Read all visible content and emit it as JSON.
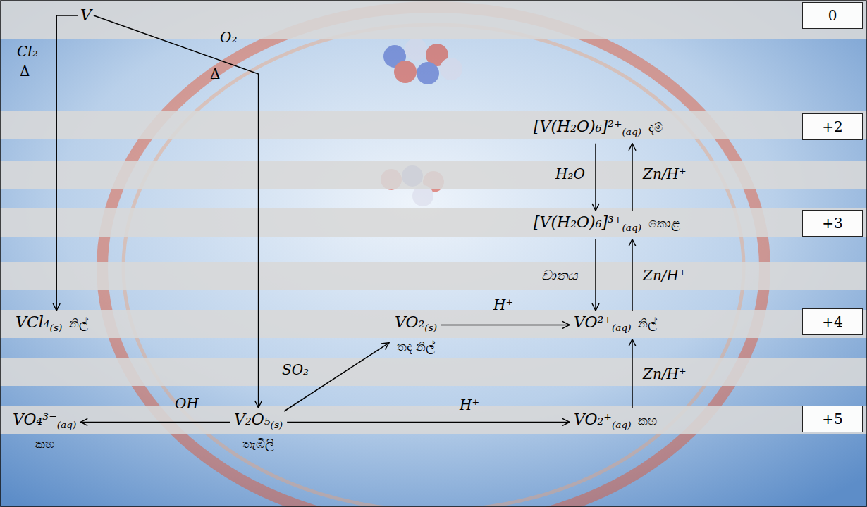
{
  "diagram": {
    "nodes": [
      {
        "text": [
          "V"
        ]
      },
      {
        "text": [
          "[V(H₂O)₆]²⁺(aq)",
          "දම්"
        ]
      },
      {
        "text": [
          "[V(H₂O)₆]³⁺(aq)",
          "කොළ"
        ]
      },
      {
        "text": [
          "VCl₄(s)",
          "නිල්"
        ]
      },
      {
        "text": [
          "VO₂(s)",
          "තද නිල්"
        ]
      },
      {
        "text": [
          "VO²⁺(aq)",
          "නිල්"
        ]
      },
      {
        "text": [
          "VO₄³⁻(aq)",
          "කහ"
        ]
      },
      {
        "text": [
          "V₂O₅(s)",
          "තැඹිලි"
        ]
      },
      {
        "text": [
          "VO₂⁺(aq)",
          "කහ"
        ]
      },
      {
        "text": [
          "0"
        ]
      },
      {
        "text": [
          "+2"
        ]
      },
      {
        "text": [
          "+3"
        ]
      },
      {
        "text": [
          "+4"
        ]
      },
      {
        "text": [
          "+5"
        ]
      }
    ],
    "edges": [
      {
        "from": 0,
        "to": 7,
        "label": "O₂",
        "arrow": "to"
      },
      {
        "from": 0,
        "to": 3,
        "label": "Cl₂",
        "arrow": "to"
      },
      {
        "from": 7,
        "to": 6,
        "label": "OH⁻",
        "arrow": "to"
      },
      {
        "from": 7,
        "to": 4,
        "label": "SO₂",
        "arrow": "to"
      },
      {
        "from": 7,
        "to": 8,
        "label": "H⁺",
        "arrow": "to"
      },
      {
        "from": 4,
        "to": 5,
        "label": "H⁺",
        "arrow": "to"
      },
      {
        "from": 8,
        "to": 5,
        "label": "Zn/H⁺",
        "arrow": "to"
      },
      {
        "from": 5,
        "to": 2,
        "label": "Zn/H⁺",
        "arrow": "to"
      },
      {
        "from": 2,
        "to": 5,
        "label": "වාතය",
        "arrow": "to"
      },
      {
        "from": 2,
        "to": 1,
        "label": "Zn/H⁺",
        "arrow": "to"
      },
      {
        "from": 1,
        "to": 2,
        "label": "H₂O",
        "arrow": "to"
      }
    ],
    "labels": [
      "Δ",
      "Δ"
    ]
  }
}
